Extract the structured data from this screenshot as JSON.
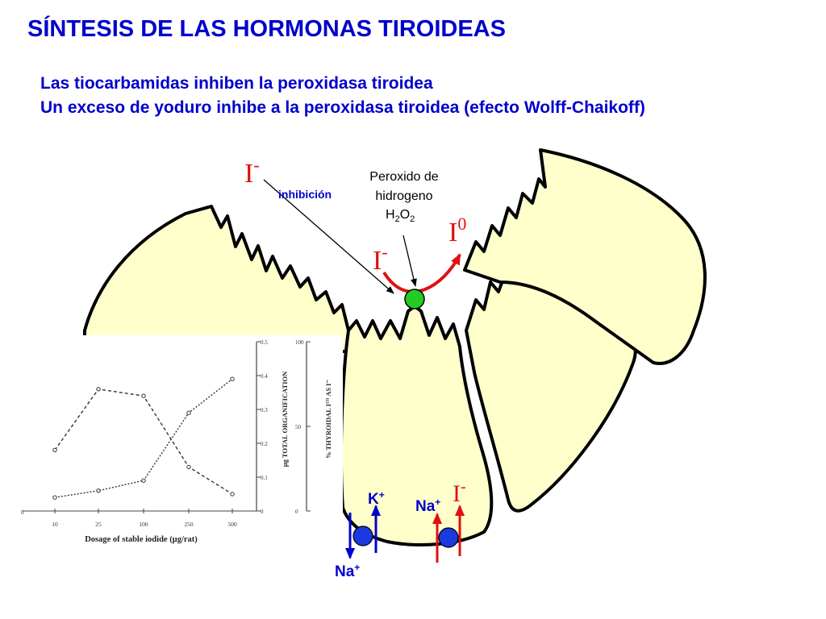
{
  "title": "SÍNTESIS DE LAS HORMONAS TIROIDEAS",
  "subtitle_lines": [
    "Las tiocarbamidas inhiben la peroxidasa tiroidea",
    "Un exceso de yoduro inhibe a la peroxidasa tiroidea (efecto Wolff-Chaikoff)"
  ],
  "labels": {
    "iodide_top": {
      "base": "I",
      "sup": "-"
    },
    "inhibicion": "inhibición",
    "peroxide_line1": "Peroxido de",
    "peroxide_line2": "hidrogeno",
    "h2o2": {
      "h": "H",
      "s1": "2",
      "o": "O",
      "s2": "2"
    },
    "iodine_zero": {
      "base": "I",
      "sup": "0"
    },
    "iodide_left": {
      "base": "I",
      "sup": "-"
    },
    "iodide_bottom": {
      "base": "I",
      "sup": "-"
    },
    "k_plus": {
      "base": "K",
      "sup": "+"
    },
    "na_plus_right": {
      "base": "Na",
      "sup": "+"
    },
    "na_plus_bottom": {
      "base": "Na",
      "sup": "+"
    }
  },
  "colors": {
    "title": "#0000cc",
    "cell_fill": "#ffffcc",
    "enzyme": "#22cc22",
    "carrier": "#1a3ae0",
    "arrow_red": "#e01010",
    "arrow_blue": "#0000cc"
  },
  "chart_data": {
    "type": "line",
    "xlabel": "Dosage of stable iodide (µg/rat)",
    "ylabel_left": "µg TOTAL ORGANIFICATION",
    "ylabel_right": "% THYROIDAL I¹³¹ AS I⁻",
    "categories": [
      "10",
      "25",
      "100",
      "250",
      "500"
    ],
    "y_left_ticks": [
      "0",
      "0.1",
      "0.2",
      "0.3",
      "0.4",
      "0.5"
    ],
    "y_right_ticks": [
      "0",
      "50",
      "100"
    ],
    "ylim_left": [
      0,
      0.5
    ],
    "series": [
      {
        "axis": "left",
        "values": [
          0.18,
          0.36,
          0.34,
          0.13,
          0.05
        ]
      },
      {
        "axis": "left",
        "values": [
          0.04,
          0.06,
          0.09,
          0.29,
          0.39
        ]
      }
    ]
  }
}
